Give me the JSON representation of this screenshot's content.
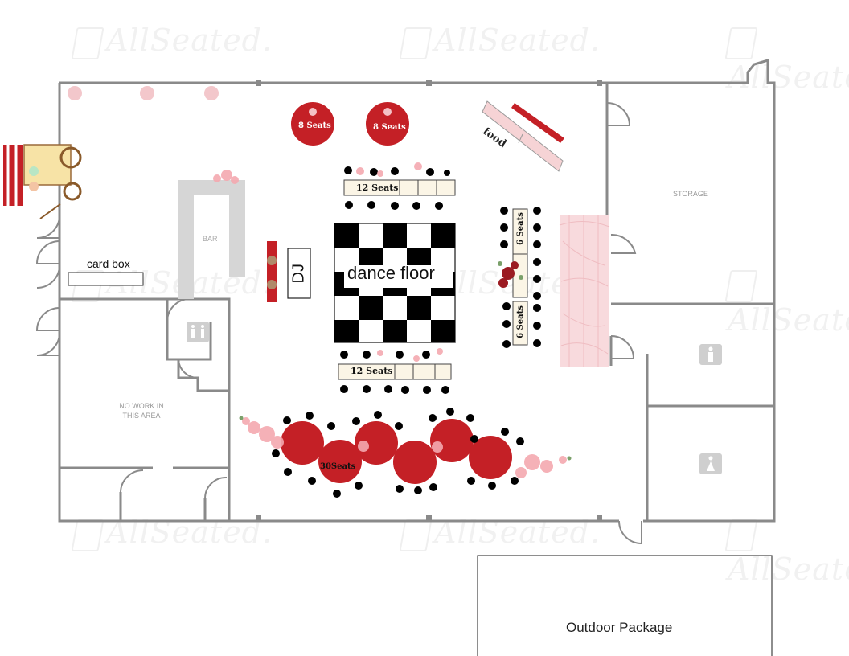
{
  "watermark_text": "AllSeated.",
  "rooms": {
    "bar": "BAR",
    "storage": "STORAGE",
    "no_work_area": "NO WORK IN\nTHIS AREA",
    "outdoor_package": "Outdoor Package"
  },
  "labels": {
    "card_box": "card box",
    "dj": "DJ",
    "dance_floor": "dance floor",
    "food": "food"
  },
  "tables": {
    "round_8_left": "8 Seats",
    "round_8_right": "8 Seats",
    "banquet_top": "12 Seats",
    "banquet_bottom": "12 Seats",
    "side_top": "6 Seats",
    "side_bottom": "6 Seats",
    "round_cluster": "30Seats"
  },
  "colors": {
    "wall": "#8a8a8a",
    "table_red": "#c42026",
    "chair_black": "#000000",
    "drape_pink": "#f6d3d5",
    "floral_pink": "#f4a9b0"
  }
}
